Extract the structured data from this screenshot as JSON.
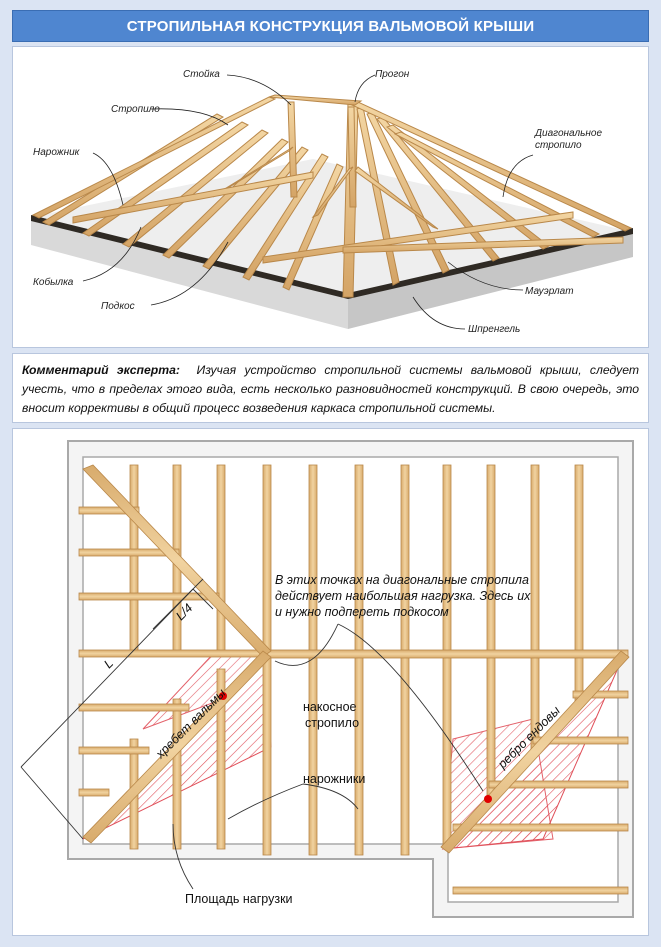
{
  "title": "СТРОПИЛЬНАЯ КОНСТРУКЦИЯ ВАЛЬМОВОЙ КРЫШИ",
  "top_labels": {
    "stoyka": "Стойка",
    "progon": "Прогон",
    "stropilo": "Стропило",
    "narozhnik": "Нарожник",
    "diagonal_line1": "Диагональное",
    "diagonal_line2": "стропило",
    "kobylka": "Кобылка",
    "podkos": "Подкос",
    "mauerlat": "Мауэрлат",
    "shprengel": "Шпренгель"
  },
  "comment": {
    "label": "Комментарий эксперта:",
    "text": "Изучая устройство стропильной системы вальмовой крыши, следует учесть, что в пределах этого вида, есть несколько разновидностей конструкций. В свою очередь, это вносит коррективы в общий процесс возведения каркаса стропильной системы."
  },
  "plan_labels": {
    "note_line1": "В этих точках на диагональные стропила",
    "note_line2": "действует наибольшая нагрузка. Здесь их",
    "note_line3": "и нужно подпереть подкосом",
    "L4": "L/4",
    "L": "L",
    "hip_ridge": "хребет вальмы",
    "valley_rib": "ребро ендовы",
    "nakosnoe_line1": "накосное",
    "nakosnoe_line2": "стропило",
    "narozhniki": "нарожники",
    "load_area": "Площадь нагрузки"
  },
  "colors": {
    "title_bg": "#4f86d0",
    "frame_bg": "#dbe4f3",
    "wood": "#e7c18a",
    "wood_dark": "#c99a5a",
    "hatch": "#e0505a",
    "load_point": "#e00000"
  }
}
